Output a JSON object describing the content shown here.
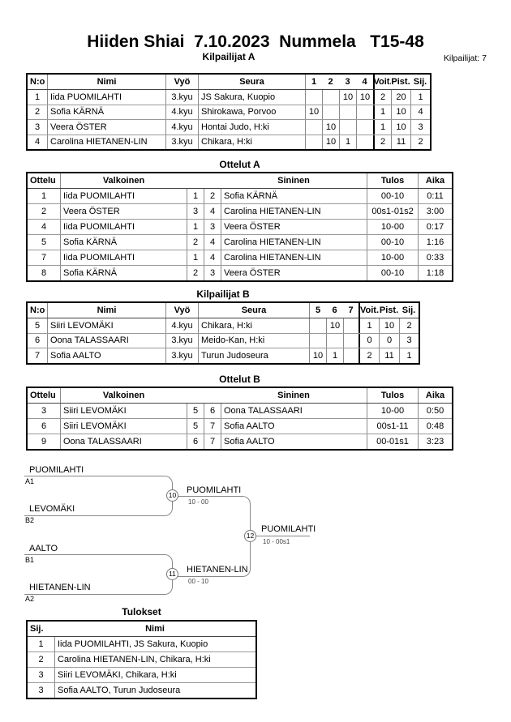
{
  "page": {
    "title": "Hiiden Shiai  7.10.2023  Nummela   T15-48",
    "participants_label": "Kilpailijat: 7"
  },
  "pool_a": {
    "title": "Kilpailijat A",
    "headers": [
      "N:o",
      "Nimi",
      "Vyö",
      "Seura",
      "1",
      "2",
      "3",
      "4",
      "Voit.",
      "Pist.",
      "Sij."
    ],
    "rows": [
      [
        "1",
        "Iida PUOMILAHTI",
        "3.kyu",
        "JS Sakura, Kuopio",
        "",
        "",
        "10",
        "10",
        "2",
        "20",
        "1"
      ],
      [
        "2",
        "Sofia KÄRNÄ",
        "4.kyu",
        "Shirokawa, Porvoo",
        "10",
        "",
        "",
        "",
        "1",
        "10",
        "4"
      ],
      [
        "3",
        "Veera ÖSTER",
        "4.kyu",
        "Hontai Judo, H:ki",
        "",
        "10",
        "",
        "",
        "1",
        "10",
        "3"
      ],
      [
        "4",
        "Carolina HIETANEN-LIN",
        "3.kyu",
        "Chikara, H:ki",
        "",
        "10",
        "1",
        "",
        "2",
        "11",
        "2"
      ]
    ]
  },
  "matches_a": {
    "title": "Ottelut A",
    "headers": [
      "Ottelu",
      "Valkoinen",
      "",
      "",
      "Sininen",
      "Tulos",
      "Aika"
    ],
    "rows": [
      [
        "1",
        "Iida PUOMILAHTI",
        "1",
        "2",
        "Sofia KÄRNÄ",
        "00-10",
        "0:11"
      ],
      [
        "2",
        "Veera ÖSTER",
        "3",
        "4",
        "Carolina HIETANEN-LIN",
        "00s1-01s2",
        "3:00"
      ],
      [
        "4",
        "Iida PUOMILAHTI",
        "1",
        "3",
        "Veera ÖSTER",
        "10-00",
        "0:17"
      ],
      [
        "5",
        "Sofia KÄRNÄ",
        "2",
        "4",
        "Carolina HIETANEN-LIN",
        "00-10",
        "1:16"
      ],
      [
        "7",
        "Iida PUOMILAHTI",
        "1",
        "4",
        "Carolina HIETANEN-LIN",
        "10-00",
        "0:33"
      ],
      [
        "8",
        "Sofia KÄRNÄ",
        "2",
        "3",
        "Veera ÖSTER",
        "00-10",
        "1:18"
      ]
    ]
  },
  "pool_b": {
    "title": "Kilpailijat B",
    "headers": [
      "N:o",
      "Nimi",
      "Vyö",
      "Seura",
      "5",
      "6",
      "7",
      "Voit.",
      "Pist.",
      "Sij."
    ],
    "rows": [
      [
        "5",
        "Siiri LEVOMÄKI",
        "4.kyu",
        "Chikara, H:ki",
        "",
        "10",
        "",
        "1",
        "10",
        "2"
      ],
      [
        "6",
        "Oona TALASSAARI",
        "3.kyu",
        "Meido-Kan, H:ki",
        "",
        "",
        "",
        "0",
        "0",
        "3"
      ],
      [
        "7",
        "Sofia AALTO",
        "3.kyu",
        "Turun Judoseura",
        "10",
        "1",
        "",
        "2",
        "11",
        "1"
      ]
    ]
  },
  "matches_b": {
    "title": "Ottelut B",
    "headers": [
      "Ottelu",
      "Valkoinen",
      "",
      "",
      "Sininen",
      "Tulos",
      "Aika"
    ],
    "rows": [
      [
        "3",
        "Siiri LEVOMÄKI",
        "5",
        "6",
        "Oona TALASSAARI",
        "10-00",
        "0:50"
      ],
      [
        "6",
        "Siiri LEVOMÄKI",
        "5",
        "7",
        "Sofia AALTO",
        "00s1-11",
        "0:48"
      ],
      [
        "9",
        "Oona TALASSAARI",
        "6",
        "7",
        "Sofia AALTO",
        "00-01s1",
        "3:23"
      ]
    ]
  },
  "bracket": {
    "semifinal_1": {
      "match_no": "10",
      "slot_1": {
        "name": "PUOMILAHTI",
        "seed": "A1"
      },
      "slot_2": {
        "name": "LEVOMÄKI",
        "seed": "B2"
      },
      "winner": "PUOMILAHTI",
      "score": "10 - 00"
    },
    "semifinal_2": {
      "match_no": "11",
      "slot_1": {
        "name": "AALTO",
        "seed": "B1"
      },
      "slot_2": {
        "name": "HIETANEN-LIN",
        "seed": "A2"
      },
      "winner": "HIETANEN-LIN",
      "score": "00 - 10"
    },
    "final": {
      "match_no": "12",
      "winner": "PUOMILAHTI",
      "score": "10 - 00s1"
    }
  },
  "results": {
    "title": "Tulokset",
    "headers": [
      "Sij.",
      "Nimi"
    ],
    "rows": [
      [
        "1",
        "Iida PUOMILAHTI, JS Sakura, Kuopio"
      ],
      [
        "2",
        "Carolina HIETANEN-LIN, Chikara, H:ki"
      ],
      [
        "3",
        "Siiri LEVOMÄKI, Chikara, H:ki"
      ],
      [
        "3",
        "Sofia AALTO, Turun Judoseura"
      ]
    ]
  }
}
